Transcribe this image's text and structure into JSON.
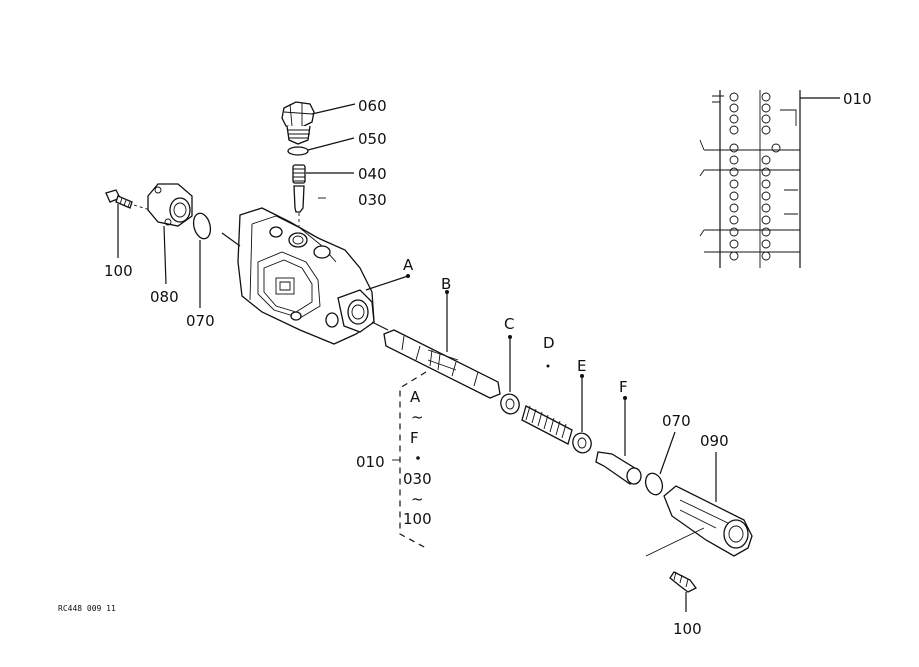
{
  "labels": {
    "p060": "060",
    "p050": "050",
    "p040": "040",
    "p030": "030",
    "p010_inset": "010",
    "p100_left": "100",
    "p080": "080",
    "p070_left": "070",
    "A": "A",
    "B": "B",
    "C": "C",
    "D": "D",
    "E": "E",
    "F": "F",
    "p070_right": "070",
    "p090": "090",
    "p100_right": "100",
    "group_010": "010",
    "group_range_1_start": "A",
    "group_range_1_tilde": "~",
    "group_range_1_end": "F",
    "group_range_2_start": "030",
    "group_range_2_tilde": "~",
    "group_range_2_end": "100",
    "footer_code": "RC448 009 11"
  },
  "colors": {
    "ink": "#111111",
    "paper": "#ffffff"
  }
}
